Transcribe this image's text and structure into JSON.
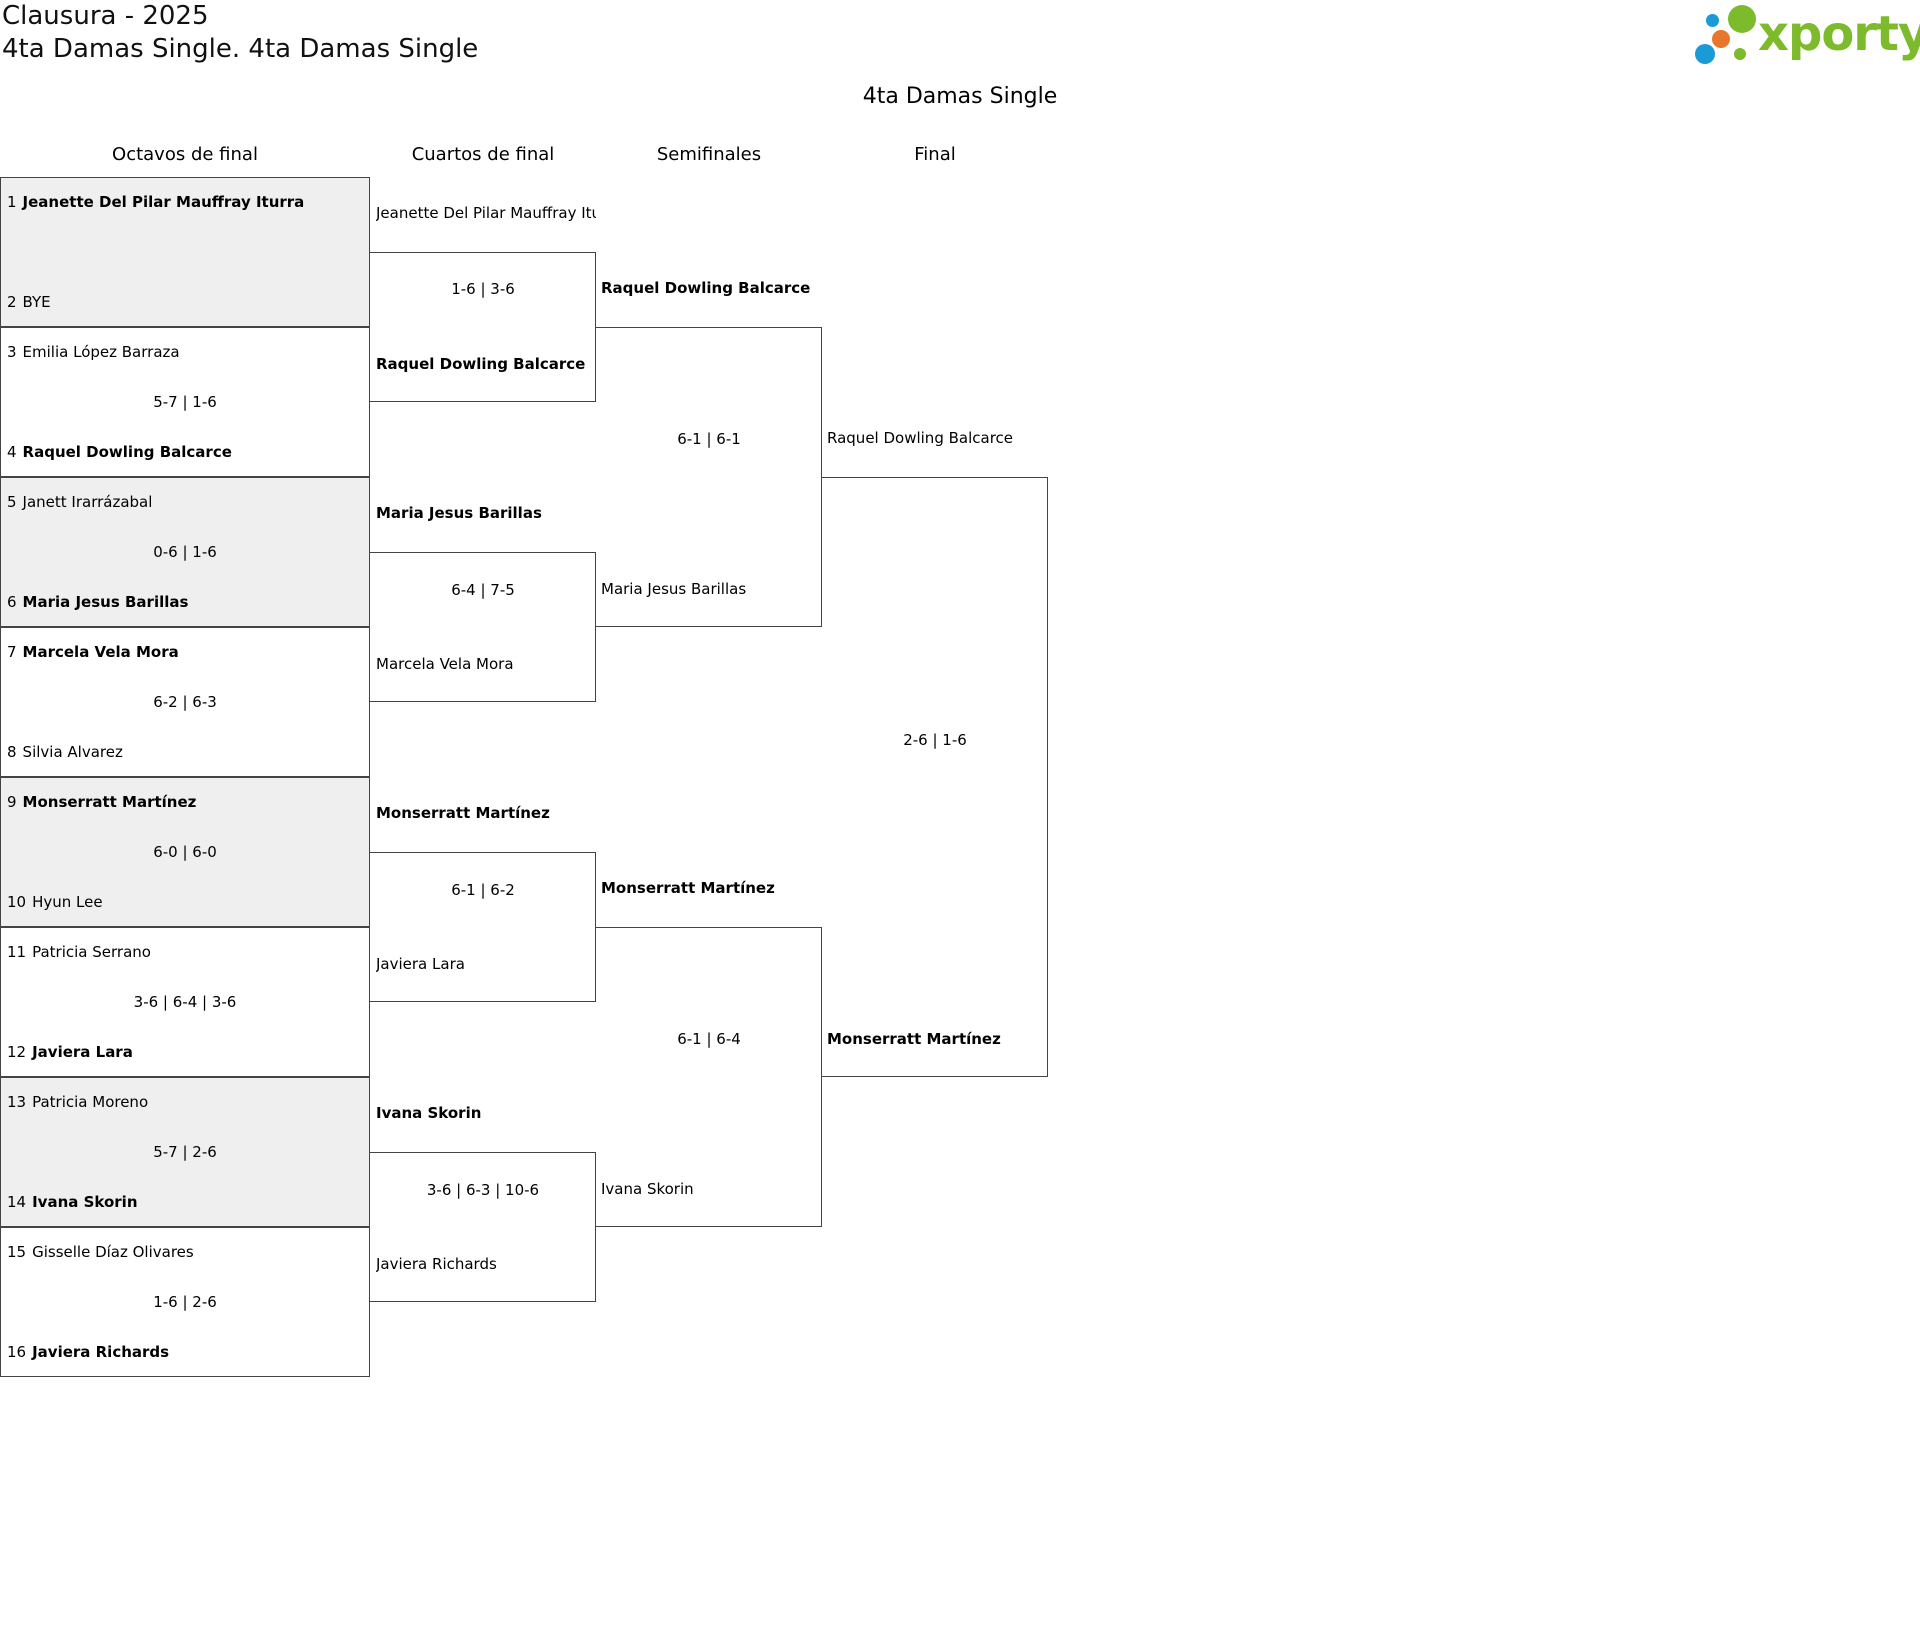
{
  "header": {
    "line1": "Clausura - 2025",
    "line2": "4ta Damas Single. 4ta Damas Single"
  },
  "bracket_title": "4ta Damas Single",
  "logo": {
    "text": "xporty",
    "colors": {
      "green": "#7dbb2c",
      "blue": "#1a9ad6",
      "orange": "#e8762c"
    }
  },
  "rounds": [
    "Octavos de final",
    "Cuartos de final",
    "Semifinales",
    "Final"
  ],
  "round1": [
    {
      "top": {
        "seed": "1",
        "name": "Jeanette Del Pilar Mauffray Iturra",
        "winner": true
      },
      "bottom": {
        "seed": "2",
        "name": "BYE",
        "winner": false
      },
      "score": ""
    },
    {
      "top": {
        "seed": "3",
        "name": "Emilia López Barraza",
        "winner": false
      },
      "bottom": {
        "seed": "4",
        "name": "Raquel Dowling Balcarce",
        "winner": true
      },
      "score": "5-7 | 1-6"
    },
    {
      "top": {
        "seed": "5",
        "name": "Janett Irarrázabal",
        "winner": false
      },
      "bottom": {
        "seed": "6",
        "name": "Maria Jesus Barillas",
        "winner": true
      },
      "score": "0-6 | 1-6"
    },
    {
      "top": {
        "seed": "7",
        "name": "Marcela Vela Mora",
        "winner": true
      },
      "bottom": {
        "seed": "8",
        "name": "Silvia Alvarez",
        "winner": false
      },
      "score": "6-2 | 6-3"
    },
    {
      "top": {
        "seed": "9",
        "name": "Monserratt Martínez",
        "winner": true
      },
      "bottom": {
        "seed": "10",
        "name": "Hyun Lee",
        "winner": false
      },
      "score": "6-0 | 6-0"
    },
    {
      "top": {
        "seed": "11",
        "name": "Patricia Serrano",
        "winner": false
      },
      "bottom": {
        "seed": "12",
        "name": "Javiera Lara",
        "winner": true
      },
      "score": "3-6 | 6-4 | 3-6"
    },
    {
      "top": {
        "seed": "13",
        "name": "Patricia Moreno",
        "winner": false
      },
      "bottom": {
        "seed": "14",
        "name": "Ivana Skorin",
        "winner": true
      },
      "score": "5-7 | 2-6"
    },
    {
      "top": {
        "seed": "15",
        "name": "Gisselle Díaz Olivares",
        "winner": false
      },
      "bottom": {
        "seed": "16",
        "name": "Javiera Richards",
        "winner": true
      },
      "score": "1-6 | 2-6"
    }
  ],
  "round2": [
    {
      "top": {
        "name": "Jeanette Del Pilar Mauffray Iturra",
        "winner": false
      },
      "bottom": {
        "name": "Raquel Dowling Balcarce",
        "winner": true
      },
      "score": "1-6 | 3-6"
    },
    {
      "top": {
        "name": "Maria Jesus Barillas",
        "winner": true
      },
      "bottom": {
        "name": "Marcela Vela Mora",
        "winner": false
      },
      "score": "6-4 | 7-5"
    },
    {
      "top": {
        "name": "Monserratt Martínez",
        "winner": true
      },
      "bottom": {
        "name": "Javiera Lara",
        "winner": false
      },
      "score": "6-1 | 6-2"
    },
    {
      "top": {
        "name": "Ivana Skorin",
        "winner": true
      },
      "bottom": {
        "name": "Javiera Richards",
        "winner": false
      },
      "score": "3-6 | 6-3 | 10-6"
    }
  ],
  "round3": [
    {
      "top": {
        "name": "Raquel Dowling Balcarce",
        "winner": true
      },
      "bottom": {
        "name": "Maria Jesus Barillas",
        "winner": false
      },
      "score": "6-1 | 6-1"
    },
    {
      "top": {
        "name": "Monserratt Martínez",
        "winner": true
      },
      "bottom": {
        "name": "Ivana Skorin",
        "winner": false
      },
      "score": "6-1 | 6-4"
    }
  ],
  "round4": [
    {
      "top": {
        "name": "Raquel Dowling Balcarce",
        "winner": false
      },
      "bottom": {
        "name": "Monserratt Martínez",
        "winner": true
      },
      "score": "2-6 | 1-6"
    }
  ]
}
